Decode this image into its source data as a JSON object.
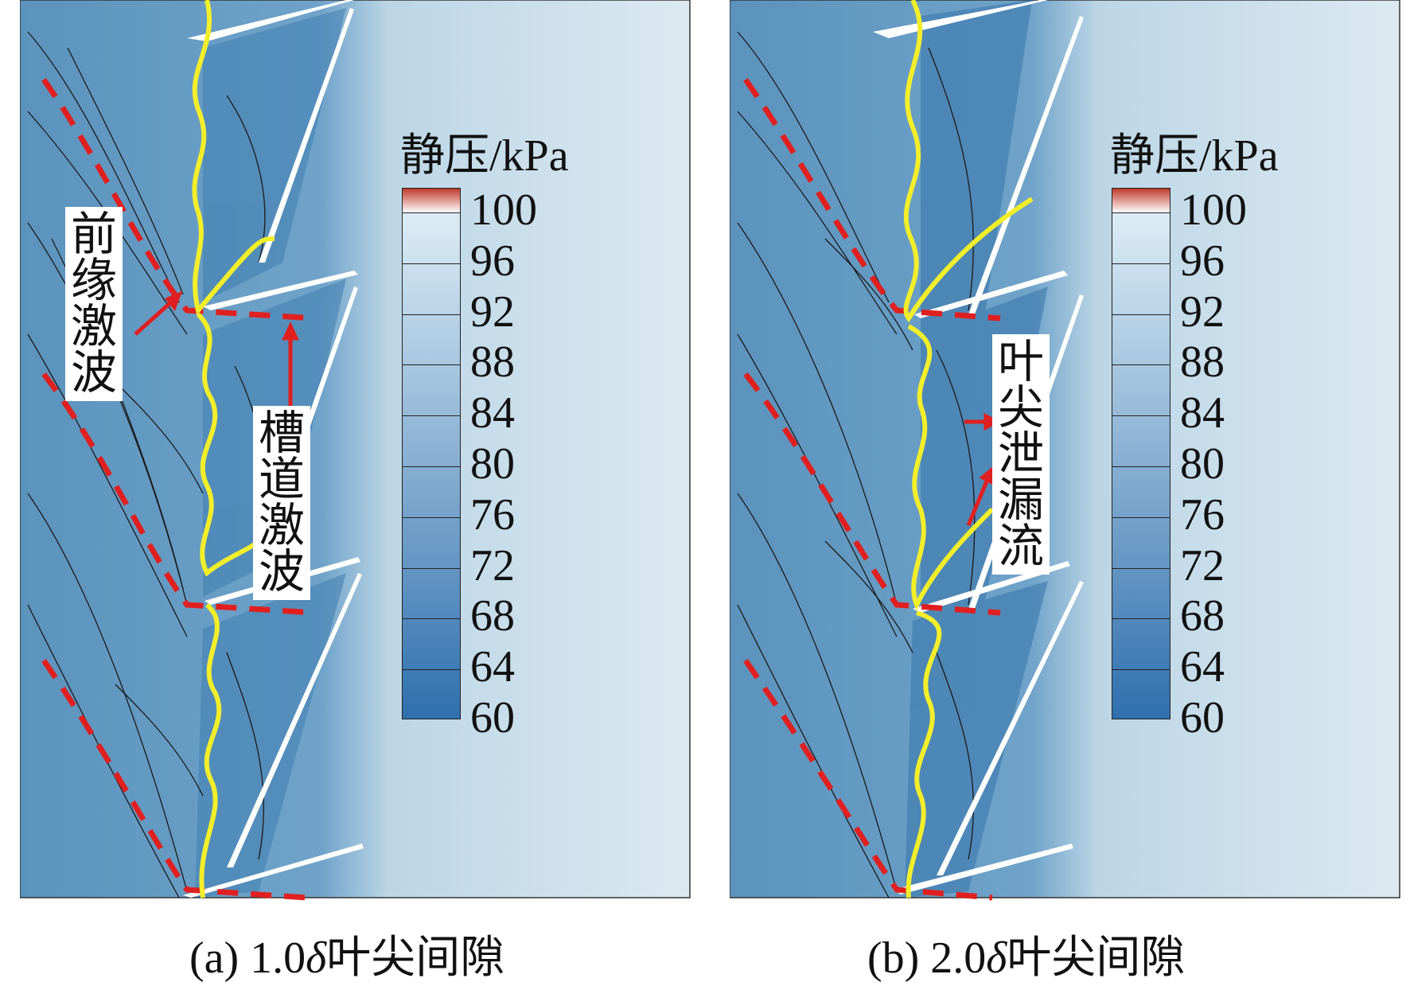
{
  "colorbar": {
    "title": "静压/kPa",
    "ticks": [
      "100",
      "96",
      "92",
      "88",
      "84",
      "80",
      "76",
      "72",
      "68",
      "64",
      "60"
    ],
    "colors": {
      "max": "#c0392b",
      "high": "#dcecf5",
      "low": "#2f6fae"
    }
  },
  "panels": [
    {
      "caption_prefix": "(a) 1.0",
      "caption_symbol": "δ",
      "caption_suffix": "叶尖间隙",
      "annotations": [
        {
          "text": "前缘激波"
        },
        {
          "text": "槽道激波"
        }
      ]
    },
    {
      "caption_prefix": "(b) 2.0",
      "caption_symbol": "δ",
      "caption_suffix": "叶尖间隙",
      "annotations": [
        {
          "text": "叶尖泄漏流"
        }
      ]
    }
  ],
  "colors": {
    "shock_line": "#e02020",
    "leakage_line": "#f2ee2a",
    "contour": "#1a1a1a",
    "blade": "#ffffff",
    "background_field": "#dce9f1"
  }
}
